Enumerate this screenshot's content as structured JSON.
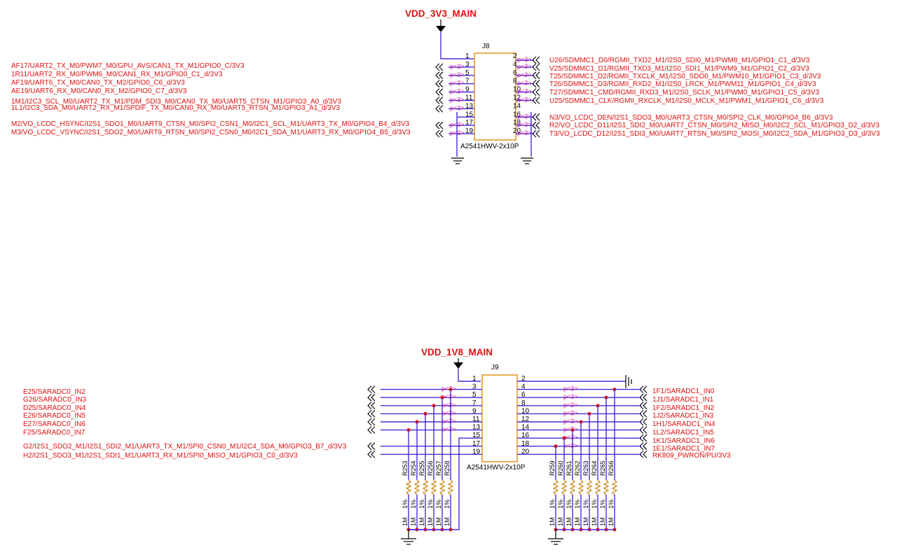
{
  "j8": {
    "power": "VDD_3V3_MAIN",
    "ref": "J8",
    "part": "A2541HWV-2x10P",
    "bus_tag": "p<3>",
    "pins": [
      {
        "odd": "1",
        "even": "2"
      },
      {
        "odd": "3",
        "even": "4"
      },
      {
        "odd": "5",
        "even": "6"
      },
      {
        "odd": "7",
        "even": "8"
      },
      {
        "odd": "9",
        "even": "10"
      },
      {
        "odd": "11",
        "even": "12"
      },
      {
        "odd": "13",
        "even": "14"
      },
      {
        "odd": "15",
        "even": "16"
      },
      {
        "odd": "17",
        "even": "18"
      },
      {
        "odd": "19",
        "even": "20"
      }
    ],
    "left_nets": [
      "AF17/UART2_TX_M0/PWM7_M0/GPU_AVS/CAN1_TX_M1/GPIO0_C/3V3",
      "1R11/UART2_RX_M0/PWM6_M0/CAN1_RX_M1/GPIO0_C1_d/3V3",
      "AF19/UART6_TX_M0/CAN0_TX_M2/GPIO0_C6_d/3V3",
      "AE19/UART6_RX_M0/CAN0_RX_M2/GPIO0_C7_d/3V3",
      "1M1/I2C3_SCL_M0/UART2_TX_M1/PDM_SDI3_M0/CAN0_TX_M0/UART5_CTSN_M1/GPIO3_A0_d/3V3",
      "1L1/I2C3_SDA_M0/UART2_RX_M1/SPDIF_TX_M0/CAN0_RX_M0/UART5_RTSN_M1/GPIO3_A1_d/3V3",
      "M2/VO_LCDC_HSYNC/I2S1_SDO1_M0/UART9_CTSN_M0/SPI2_CSN1_M0/I2C1_SCL_M1/UART3_TX_M0/GPIO4_B4_d/3V3",
      "M3/VO_LCDC_VSYNC/I2S1_SDO2_M0/UART9_RTSN_M0/SPI2_CSN0_M0/I2C1_SDA_M1/UART3_RX_M0/GPIO4_B5_d/3V3"
    ],
    "right_nets": [
      "U26/SDMMC1_D0/RGMII_TXD2_M1/I2S0_SDI0_M1/PWM8_M1/GPIO1_C1_d/3V3",
      "V25/SDMMC1_D1/RGMII_TXD3_M1/I2S0_SDI1_M1/PWM9_M1/GPIO1_C2_d/3V3",
      "T25/SDMMC1_D2/RGMII_TXCLK_M1/I2S0_SDO0_M1/PWM10_M1/GPIO1_C3_d/3V3",
      "T26/SDMMC1_D3/RGMII_RXD2_M1/I2S0_LRCK_M1/PWM11_M1/GPIO1_C4_d/3V3",
      "T27/SDMMC1_CMD/RGMII_RXD3_M1/I2S0_SCLK_M1/PWM0_M1/GPIO1_C5_d/3V3",
      "U25/SDMMC1_CLK/RGMII_RXCLK_M1/I2S0_MCLK_M1/PWM1_M1/GPIO1_C6_d/3V3",
      "N3/VO_LCDC_DEN/I2S1_SDO3_M0/UART3_CTSN_M0/SPI2_CLK_M0/GPIO4_B6_d/3V3",
      "R2/VO_LCDC_D11/I2S1_SDI2_M0/UART7_CTSN_M0/SPI2_MISO_M0/I2C2_SCL_M1/GPIO3_D2_d/3V3",
      "T3/VO_LCDC_D12/I2S1_SDI3_M0/UART7_RTSN_M0/SPI2_MOSI_M0/I2C2_SDA_M1/GPIO3_D3_d/3V3"
    ]
  },
  "j9": {
    "power": "VDD_1V8_MAIN",
    "ref": "J9",
    "part": "A2541HWV-2x10P",
    "bus_tag": "p<3>",
    "pins": [
      {
        "odd": "1",
        "even": "2"
      },
      {
        "odd": "3",
        "even": "4"
      },
      {
        "odd": "5",
        "even": "6"
      },
      {
        "odd": "7",
        "even": "8"
      },
      {
        "odd": "9",
        "even": "10"
      },
      {
        "odd": "11",
        "even": "12"
      },
      {
        "odd": "13",
        "even": "14"
      },
      {
        "odd": "15",
        "even": "16"
      },
      {
        "odd": "17",
        "even": "18"
      },
      {
        "odd": "19",
        "even": "20"
      }
    ],
    "left_nets": [
      "E25/SARADC0_IN2",
      "G26/SARADC0_IN3",
      "D25/SARADC0_IN4",
      "E26/SARADC0_IN5",
      "E27/SARADC0_IN6",
      "F25/SARADC0_IN7",
      "G2/I2S1_SDO2_M1/I2S1_SDI2_M1/UART3_TX_M1/SPI0_CSN0_M1/I2C4_SDA_M0/GPIO3_B7_d/3V3",
      "H2/I2S1_SDO3_M1/I2S1_SDI1_M1/UART3_RX_M1/SPI0_MISO_M1/GPIO3_C0_d/3V3"
    ],
    "right_nets": [
      "1F1/SARADC1_IN0",
      "1J1/SARADC1_IN1",
      "1F2/SARADC1_IN2",
      "1J2/SARADC1_IN3",
      "1H1/SARADC1_IN4",
      "1L2/SARADC1_IN5",
      "1K1/SARADC1_IN6",
      "1E1/SARADC1_IN7",
      "RK809_PWRON/PU/3V3"
    ],
    "left_resistors": [
      "R253",
      "R254",
      "R255",
      "R256",
      "R257",
      "R258"
    ],
    "right_resistors": [
      "R259",
      "R260",
      "R261",
      "R262",
      "R263",
      "R264",
      "R265",
      "R266"
    ],
    "res_value": "1M",
    "res_tol": "1%"
  }
}
